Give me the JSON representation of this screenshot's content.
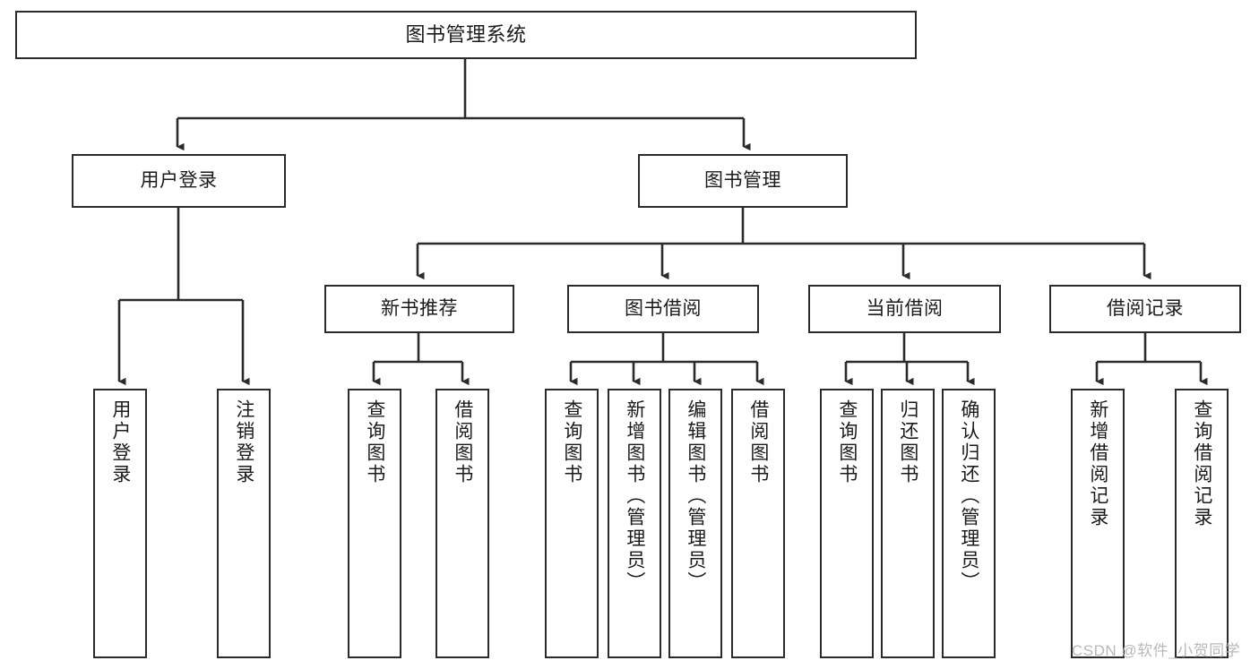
{
  "diagram": {
    "title": "图书管理系统",
    "watermark": "CSDN @软件_小贺同学",
    "colors": {
      "box_border": "#2b2b2b",
      "box_fill": "#ffffff",
      "edge": "#2b2b2b",
      "text": "#1b1b1b",
      "watermark": "#b9b9b9",
      "background": "#ffffff"
    },
    "levels": {
      "root": "图书管理系统",
      "level2": [
        "用户登录",
        "图书管理"
      ],
      "level3": [
        "新书推荐",
        "图书借阅",
        "当前借阅",
        "借阅记录"
      ]
    },
    "nodes": {
      "root": {
        "label": "图书管理系统"
      },
      "user_login": {
        "label": "用户登录"
      },
      "book_manage": {
        "label": "图书管理"
      },
      "new_book_rec": {
        "label": "新书推荐"
      },
      "book_borrow": {
        "label": "图书借阅"
      },
      "current_borrow": {
        "label": "当前借阅"
      },
      "borrow_record": {
        "label": "借阅记录"
      },
      "leaf_user_login": {
        "label": "用户登录"
      },
      "leaf_logout": {
        "label": "注销登录"
      },
      "leaf_query_book_a": {
        "label": "查询图书"
      },
      "leaf_borrow_book_a": {
        "label": "借阅图书"
      },
      "leaf_query_book_b": {
        "label": "查询图书"
      },
      "leaf_add_book": {
        "label": "新增图书（管理员）"
      },
      "leaf_edit_book": {
        "label": "编辑图书（管理员）"
      },
      "leaf_borrow_book_b": {
        "label": "借阅图书"
      },
      "leaf_query_book_c": {
        "label": "查询图书"
      },
      "leaf_return_book": {
        "label": "归还图书"
      },
      "leaf_confirm_return": {
        "label": "确认归还（管理员）"
      },
      "leaf_add_record": {
        "label": "新增借阅记录"
      },
      "leaf_query_record": {
        "label": "查询借阅记录"
      }
    },
    "tree": {
      "图书管理系统": {
        "用户登录": [
          "用户登录",
          "注销登录"
        ],
        "图书管理": {
          "新书推荐": [
            "查询图书",
            "借阅图书"
          ],
          "图书借阅": [
            "查询图书",
            "新增图书（管理员）",
            "编辑图书（管理员）",
            "借阅图书"
          ],
          "当前借阅": [
            "查询图书",
            "归还图书",
            "确认归还（管理员）"
          ],
          "借阅记录": [
            "新增借阅记录",
            "查询借阅记录"
          ]
        }
      }
    }
  }
}
